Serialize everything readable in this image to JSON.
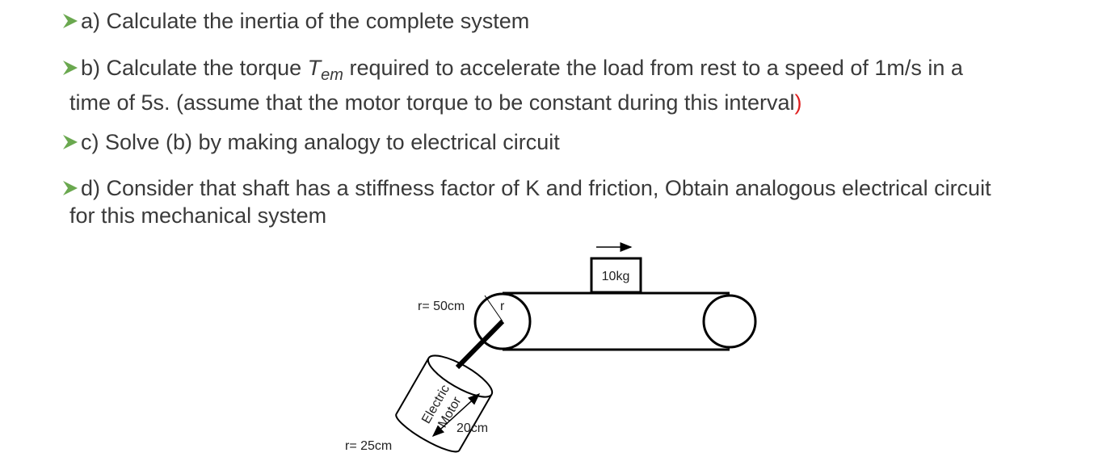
{
  "questions": [
    {
      "prefix": "a) Calculate the inertia of the complete system",
      "line2": ""
    },
    {
      "prefix": "b) Calculate the torque ",
      "tem_main": "T",
      "tem_sub": "em",
      "suffix": " required to accelerate the load from rest to a speed of 1m/s in a",
      "line2": "time of 5s. (assume that the motor torque to be constant during this interval",
      "closing": ")"
    },
    {
      "prefix": "c) Solve (b) by making analogy to electrical circuit",
      "line2": ""
    },
    {
      "prefix": "d) Consider that shaft has a stiffness factor of K and friction, Obtain analogous electrical circuit",
      "line2": "for this mechanical system"
    }
  ],
  "diagram": {
    "load_label": "10kg",
    "pulley_radius_label": "r= 50cm",
    "r_label": "r",
    "motor_label_line1": "Electric",
    "motor_label_line2": "Motor",
    "motor_length_label": "20cm",
    "motor_radius_label": "r= 25cm"
  },
  "colors": {
    "text": "#3a3a3a",
    "bullet_arrow": "#6aa84f",
    "paren_accent": "#e02020",
    "diagram_line": "#000000"
  },
  "icons": [
    "bullet-arrow-icon",
    "direction-arrow-icon"
  ]
}
